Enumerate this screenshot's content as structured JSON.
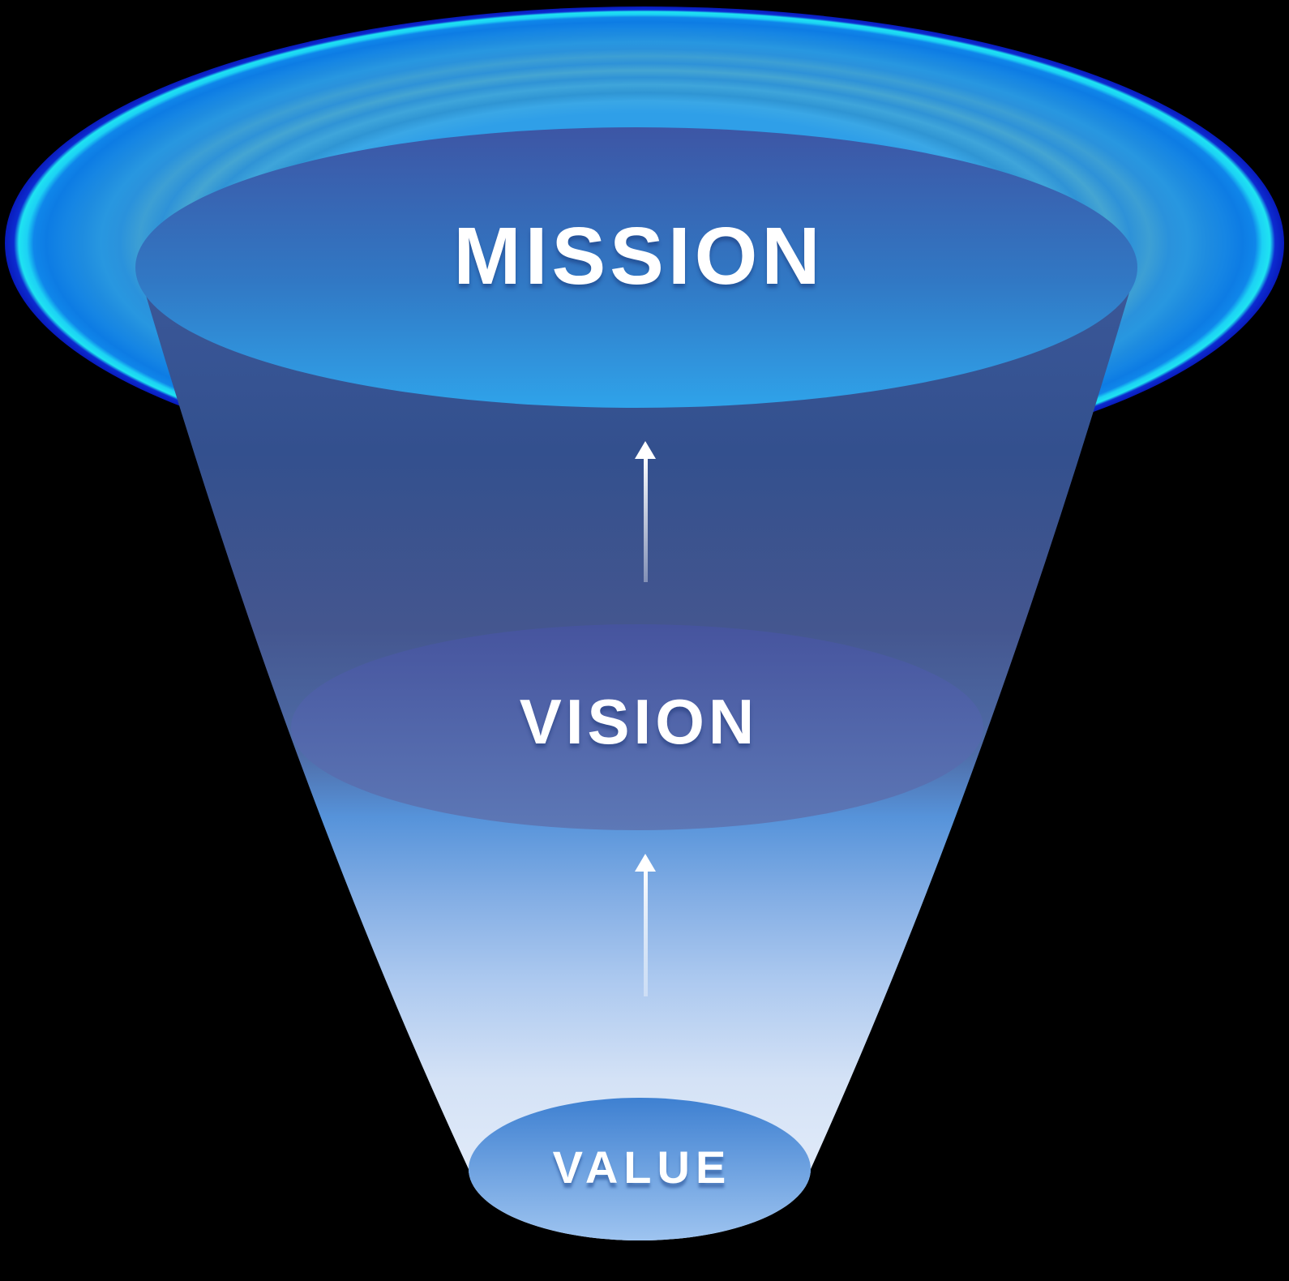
{
  "diagram": {
    "type": "funnel",
    "description": "Inverted three-level funnel with upward arrows",
    "background_color": "#000000",
    "levels": [
      {
        "id": "mission",
        "label": "MISSION",
        "text_color": "#ffffff",
        "gradient_top": "#3d56a5",
        "gradient_bottom": "#2fa3ea"
      },
      {
        "id": "vision",
        "label": "VISION",
        "text_color": "#ffffff",
        "gradient_top": "#46549e",
        "gradient_bottom": "#5d78b6"
      },
      {
        "id": "value",
        "label": "VALUE",
        "text_color": "#ffffff",
        "gradient_top": "#3e80d1",
        "gradient_bottom": "#9ec4f0"
      }
    ],
    "arrows": [
      {
        "id": "arrow-vision-to-mission",
        "direction": "up",
        "color": "#ffffff"
      },
      {
        "id": "arrow-value-to-vision",
        "direction": "up",
        "color": "#ffffff"
      }
    ],
    "wall_gradient": [
      "#3b5899",
      "#33508e",
      "#44568f",
      "#4f6da8",
      "#5693da",
      "#82ade4",
      "#abc8ef",
      "#d4e2f6",
      "#eaf1fb"
    ],
    "glow_colors": {
      "inner": "#2f9fe8",
      "bands": [
        "#3aa7e6",
        "#2f95d4",
        "#3fa5da",
        "#2f93d6",
        "#45a5d2",
        "#2e92d8",
        "#1e8ce0",
        "#0d7ce4"
      ],
      "cyan_rim": "#1fe3f2",
      "outer_rim": "#0c2bd0"
    }
  }
}
